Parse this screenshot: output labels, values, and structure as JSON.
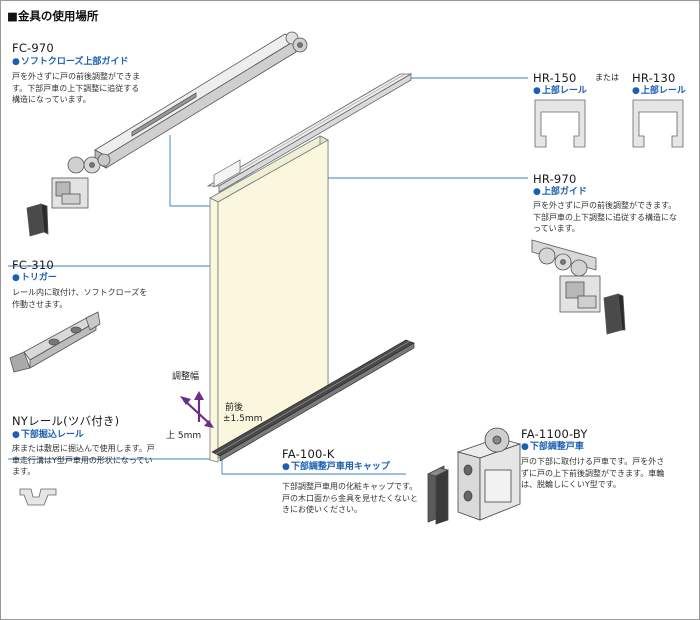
{
  "title": "■金具の使用場所",
  "fc970": {
    "code": "FC-970",
    "sub": "ソフトクローズ上部ガイド",
    "desc": "戸を外さずに戸の前後調整ができます。下部戸車の上下調整に追従する構造になっています。"
  },
  "hr150": {
    "code": "HR-150",
    "sub": "上部レール"
  },
  "or_text": "または",
  "hr130": {
    "code": "HR-130",
    "sub": "上部レール"
  },
  "hr970": {
    "code": "HR-970",
    "sub": "上部ガイド",
    "desc": "戸を外さずに戸の前後調整ができます。下部戸車の上下調整に追従する構造になっています。"
  },
  "fc310": {
    "code": "FC-310",
    "sub": "トリガー",
    "desc": "レール内に取付け、ソフトクローズを作動させます。"
  },
  "adjust_label": "調整幅",
  "front_back": "前後",
  "front_back_val": "±1.5mm",
  "up_label": "上 5mm",
  "ny": {
    "code": "NYレール(ツバ付き)",
    "sub": "下部掘込レール",
    "desc": "床または敷居に掘込んで使用します。戸車走行溝はY型戸車用の形状になっています。"
  },
  "fa100k": {
    "code": "FA-100-K",
    "sub": "下部調整戸車用キャップ",
    "desc": "下部調整戸車用の化粧キャップです。戸の木口面から金具を見せたくないときにお使いください。"
  },
  "fa1100": {
    "code": "FA-1100-BY",
    "sub": "下部調整戸車",
    "desc": "戸の下部に取付ける戸車です。戸を外さずに戸の上下前後調整ができます。車輪は、脱輪しにくいY型です。"
  },
  "colors": {
    "leader": "#3a7fc4",
    "door_fill": "#fbf7de",
    "arrow_purple": "#6a2d8a",
    "sub_blue": "#1a5fb4"
  }
}
